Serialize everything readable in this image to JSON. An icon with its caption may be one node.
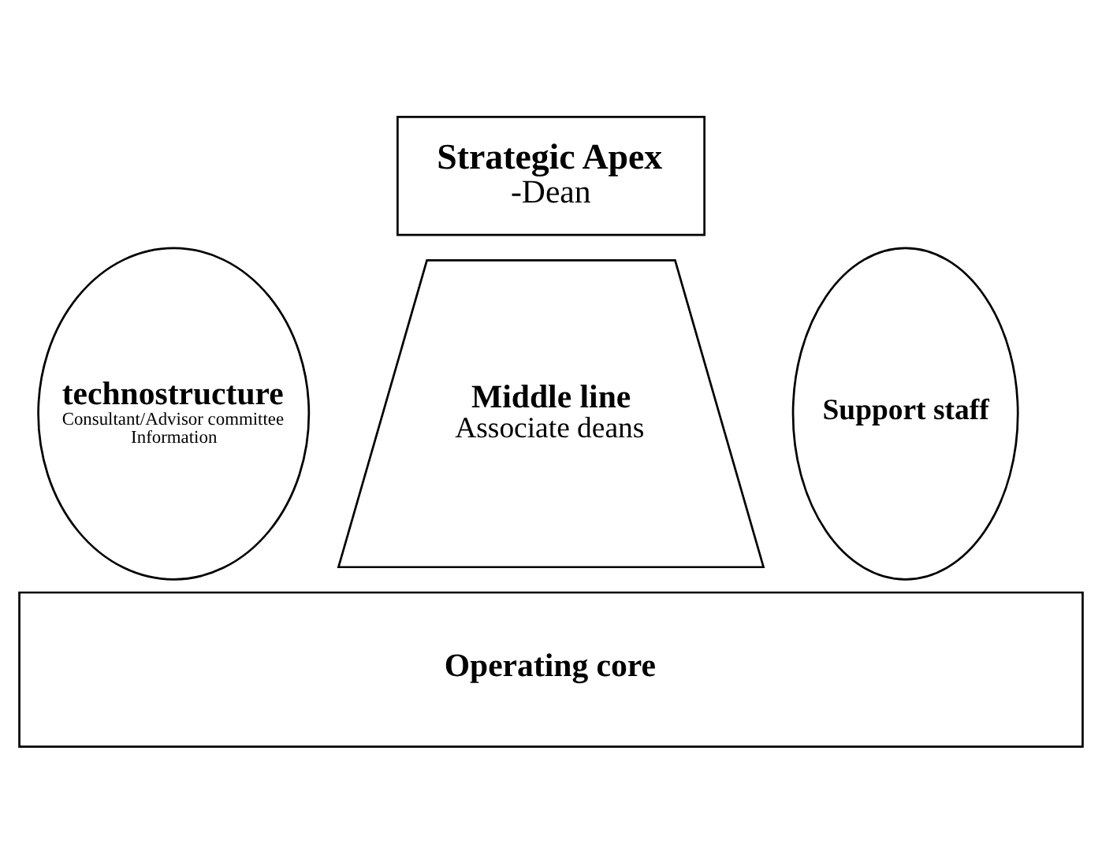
{
  "diagram": {
    "nodes": [
      {
        "text": [
          "Strategic Apex",
          "-Dean"
        ]
      },
      {
        "text": [
          "technostructure",
          "Consultant/Advisor committee",
          "Information"
        ]
      },
      {
        "text": [
          "Middle line",
          "Associate deans"
        ]
      },
      {
        "text": [
          "Support staff"
        ]
      },
      {
        "text": [
          "Operating core"
        ]
      }
    ],
    "edges": []
  }
}
